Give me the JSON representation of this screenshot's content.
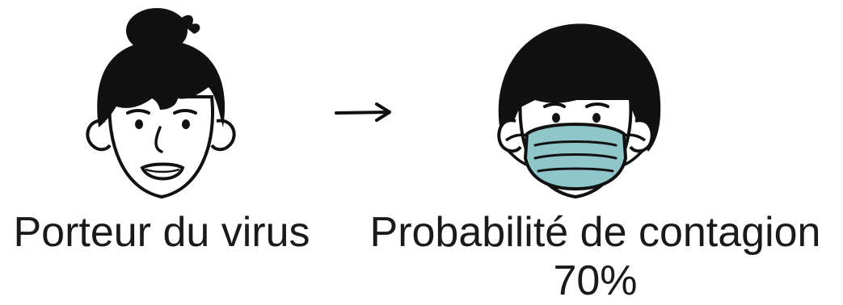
{
  "left": {
    "caption": "Porteur du virus",
    "icon": "woman-face-icon"
  },
  "arrow": {
    "icon": "arrow-right-icon"
  },
  "right": {
    "caption": "Probabilité de contagion",
    "value": "70%",
    "icon": "masked-face-icon"
  },
  "colors": {
    "ink": "#111111",
    "mask": "#8fc6c9",
    "background": "#ffffff"
  }
}
